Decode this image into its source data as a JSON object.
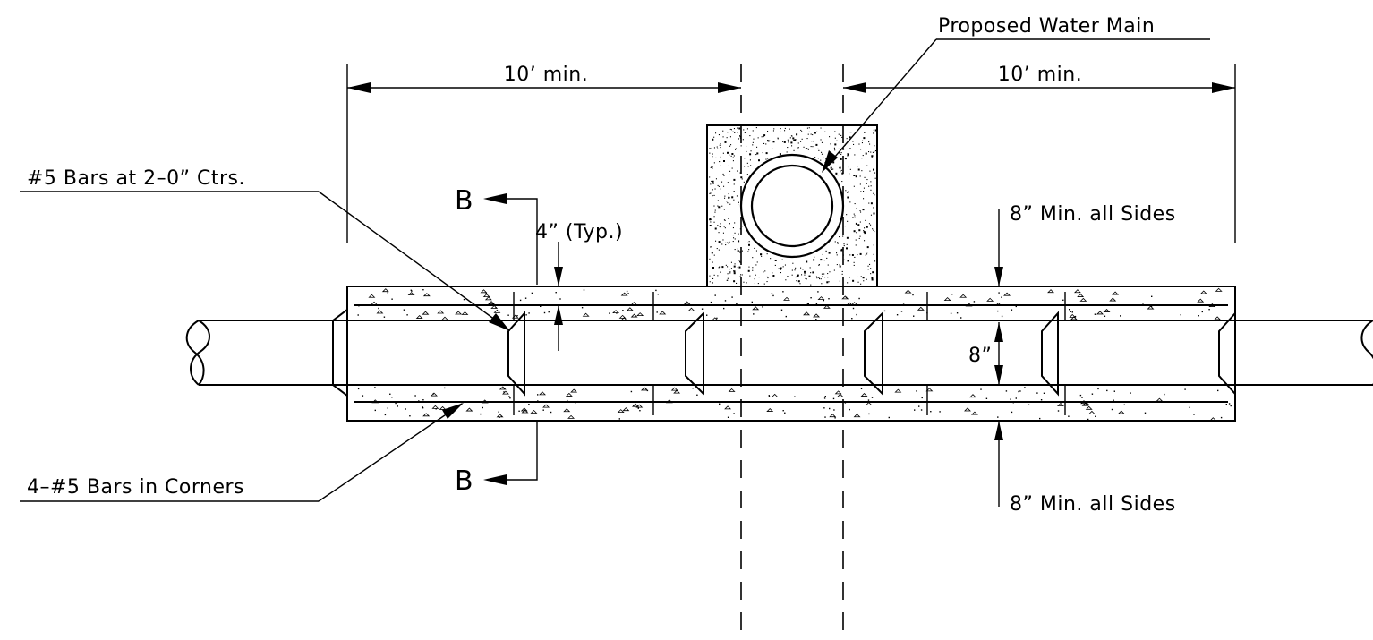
{
  "labels": {
    "proposed_water_main": "Proposed Water Main",
    "dim_left": "10’ min.",
    "dim_right": "10’ min.",
    "bars_spacing": "#5 Bars at 2–0” Ctrs.",
    "bars_corners": "4–#5 Bars in Corners",
    "typ_cover": "4” (Typ.)",
    "min_sides_top": "8” Min. all Sides",
    "min_sides_bottom": "8” Min. all Sides",
    "clearance": "8”",
    "section_top": "B",
    "section_bottom": "B"
  },
  "colors": {
    "line": "#000000",
    "background": "#ffffff",
    "concrete_speckle": "#000000"
  }
}
